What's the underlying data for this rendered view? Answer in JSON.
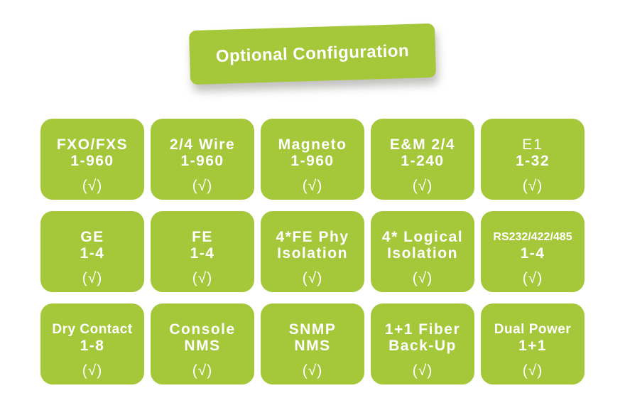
{
  "banner": {
    "label": "Optional Configuration"
  },
  "colors": {
    "card_green": "#a5c83b",
    "text": "#ffffff",
    "background": "#ffffff"
  },
  "cards": [
    {
      "line1": "FXO/FXS",
      "line2": "1-960",
      "check": "(√)"
    },
    {
      "line1": "2/4 Wire",
      "line2": "1-960",
      "check": "(√)"
    },
    {
      "line1": "Magneto",
      "line2": "1-960",
      "check": "(√)"
    },
    {
      "line1": "E&M 2/4",
      "line2": "1-240",
      "check": "(√)"
    },
    {
      "line1": "E1",
      "line2": "1-32",
      "check": "(√)"
    },
    {
      "line1": "GE",
      "line2": "1-4",
      "check": "(√)"
    },
    {
      "line1": "FE",
      "line2": "1-4",
      "check": "(√)"
    },
    {
      "line1": "4*FE Phy",
      "line2": "Isolation",
      "check": "(√)"
    },
    {
      "line1": "4* Logical",
      "line2": "Isolation",
      "check": "(√)"
    },
    {
      "line1": "RS232/422/485",
      "line2": "1-4",
      "check": "(√)"
    },
    {
      "line1": "Dry Contact",
      "line2": "1-8",
      "check": "(√)"
    },
    {
      "line1": "Console",
      "line2": "NMS",
      "check": "(√)"
    },
    {
      "line1": "SNMP",
      "line2": "NMS",
      "check": "(√)"
    },
    {
      "line1": "1+1 Fiber",
      "line2": "Back-Up",
      "check": "(√)"
    },
    {
      "line1": "Dual Power",
      "line2": "1+1",
      "check": "(√)"
    }
  ]
}
